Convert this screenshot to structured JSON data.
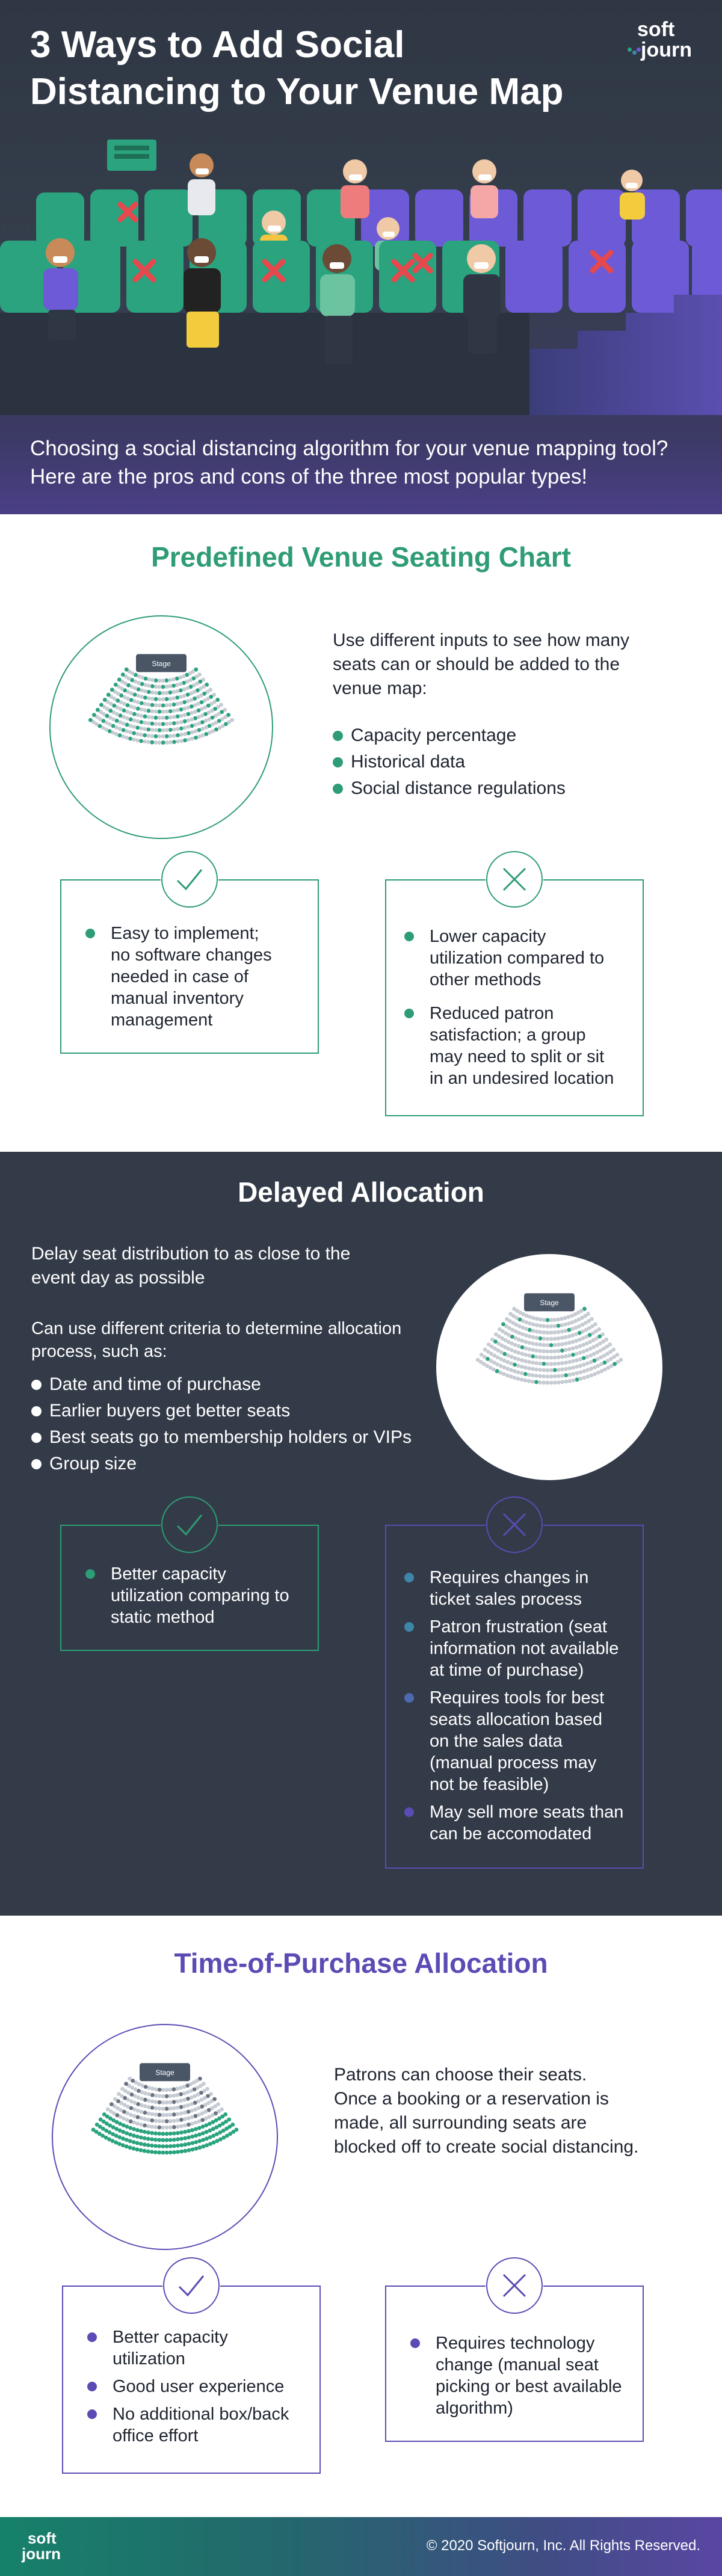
{
  "header": {
    "title_line1": "3 Ways to Add Social",
    "title_line2": "Distancing to Your Venue Map",
    "logo_top": "soft",
    "logo_bottom": "journ",
    "intro_line1": "Choosing a social distancing algorithm for your venue mapping tool?",
    "intro_line2": "Here are the pros and cons of the three most popular types!"
  },
  "predefined": {
    "title": "Predefined Venue Seating Chart",
    "stage_label": "Stage",
    "desc_lines": [
      "Use different inputs to see how many",
      "seats can or should be added to the",
      "venue map:"
    ],
    "inputs": [
      "Capacity percentage",
      "Historical data",
      "Social distance regulations"
    ],
    "pros": [
      [
        "Easy to implement;",
        "no software changes",
        "needed in case of",
        "manual inventory",
        "management"
      ]
    ],
    "cons": [
      [
        "Lower capacity",
        "utilization compared to",
        "other methods"
      ],
      [
        "Reduced patron",
        "satisfaction; a group",
        "may need to split or sit",
        "in an undesired location"
      ]
    ]
  },
  "delayed": {
    "title": "Delayed Allocation",
    "stage_label": "Stage",
    "desc1_lines": [
      "Delay seat distribution to as close to the",
      "event day as possible"
    ],
    "desc2_lines": [
      "Can use different criteria to determine allocation",
      "process, such as:"
    ],
    "criteria": [
      "Date and time of purchase",
      "Earlier buyers get better seats",
      "Best seats go to membership holders or VIPs",
      "Group size"
    ],
    "pros": [
      [
        "Better capacity",
        "utilization comparing to",
        "static method"
      ]
    ],
    "cons": [
      [
        "Requires changes in",
        "ticket sales process"
      ],
      [
        "Patron frustration (seat",
        "information not available",
        "at time of purchase)"
      ],
      [
        "Requires tools for best",
        "seats allocation based",
        "on the sales data",
        "(manual process may",
        "not be feasible)"
      ],
      [
        "May sell more seats than",
        "can be accomodated"
      ]
    ]
  },
  "time_of_purchase": {
    "title": "Time-of-Purchase Allocation",
    "stage_label": "Stage",
    "desc_lines": [
      "Patrons can choose their seats.",
      "Once a booking or a reservation is",
      "made, all surrounding seats are",
      "blocked off to create social distancing."
    ],
    "pros": [
      [
        "Better capacity",
        "utilization"
      ],
      [
        "Good user experience"
      ],
      [
        "No additional box/back",
        "office effort"
      ]
    ],
    "cons": [
      [
        "Requires technology",
        "change (manual seat",
        "picking or best available",
        "algorithm)"
      ]
    ]
  },
  "footer": {
    "logo_top": "soft",
    "logo_bottom": "journ",
    "copyright": "© 2020 Softjourn, Inc. All Rights Reserved."
  },
  "colors": {
    "green": "#2e9c74",
    "purple": "#5b4bb4",
    "steel_blue": "#3e86a8",
    "dark_bg": "#333b48",
    "seat_teal": "#2aa37e",
    "seat_purple": "#6c5ad6"
  },
  "icons": [
    "check-icon",
    "cross-icon",
    "logo-dots-icon"
  ]
}
